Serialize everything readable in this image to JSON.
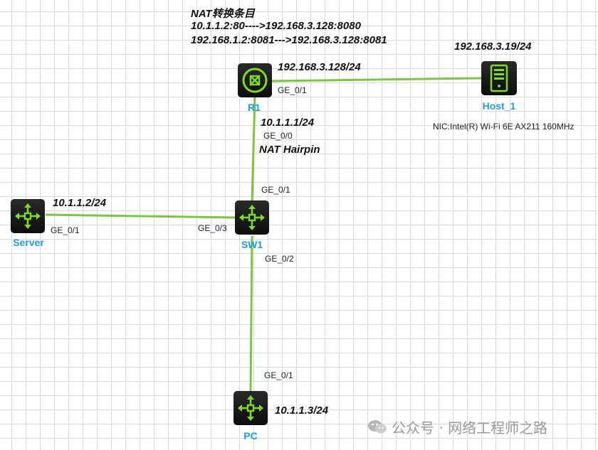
{
  "nat_table": {
    "title": "NAT转换条目",
    "entries": [
      "10.1.1.2:80---->192.168.3.128:8080",
      "192.168.1.2:8081--->192.168.3.128:8081"
    ]
  },
  "link_color": "#7cc544",
  "device_icon_color": "#7ddc1f",
  "devices": {
    "r1": {
      "name": "R1",
      "icon": "router-icon",
      "ip": "192.168.3.128/24",
      "ip2": "10.1.1.1/24"
    },
    "host1": {
      "name": "Host_1",
      "icon": "host-icon",
      "ip": "192.168.3.19/24",
      "nic": "NIC:Intel(R) Wi-Fi 6E AX211 160MHz"
    },
    "sw1": {
      "name": "SW1",
      "icon": "switch-icon"
    },
    "server": {
      "name": "Server",
      "icon": "switch-icon",
      "ip": "10.1.1.2/24"
    },
    "pc": {
      "name": "PC",
      "icon": "switch-icon",
      "ip": "10.1.1.3/24"
    }
  },
  "ports": {
    "r1_ge01": "GE_0/1",
    "r1_ge00": "GE_0/0",
    "sw1_ge01": "GE_0/1",
    "sw1_ge03": "GE_0/3",
    "sw1_ge02": "GE_0/2",
    "server_ge01": "GE_0/1",
    "pc_ge01": "GE_0/1"
  },
  "labels": {
    "nat_hairpin": "NAT Hairpin"
  },
  "watermark": {
    "text": "公众号 · 网络工程师之路",
    "icon": "wechat-icon"
  }
}
